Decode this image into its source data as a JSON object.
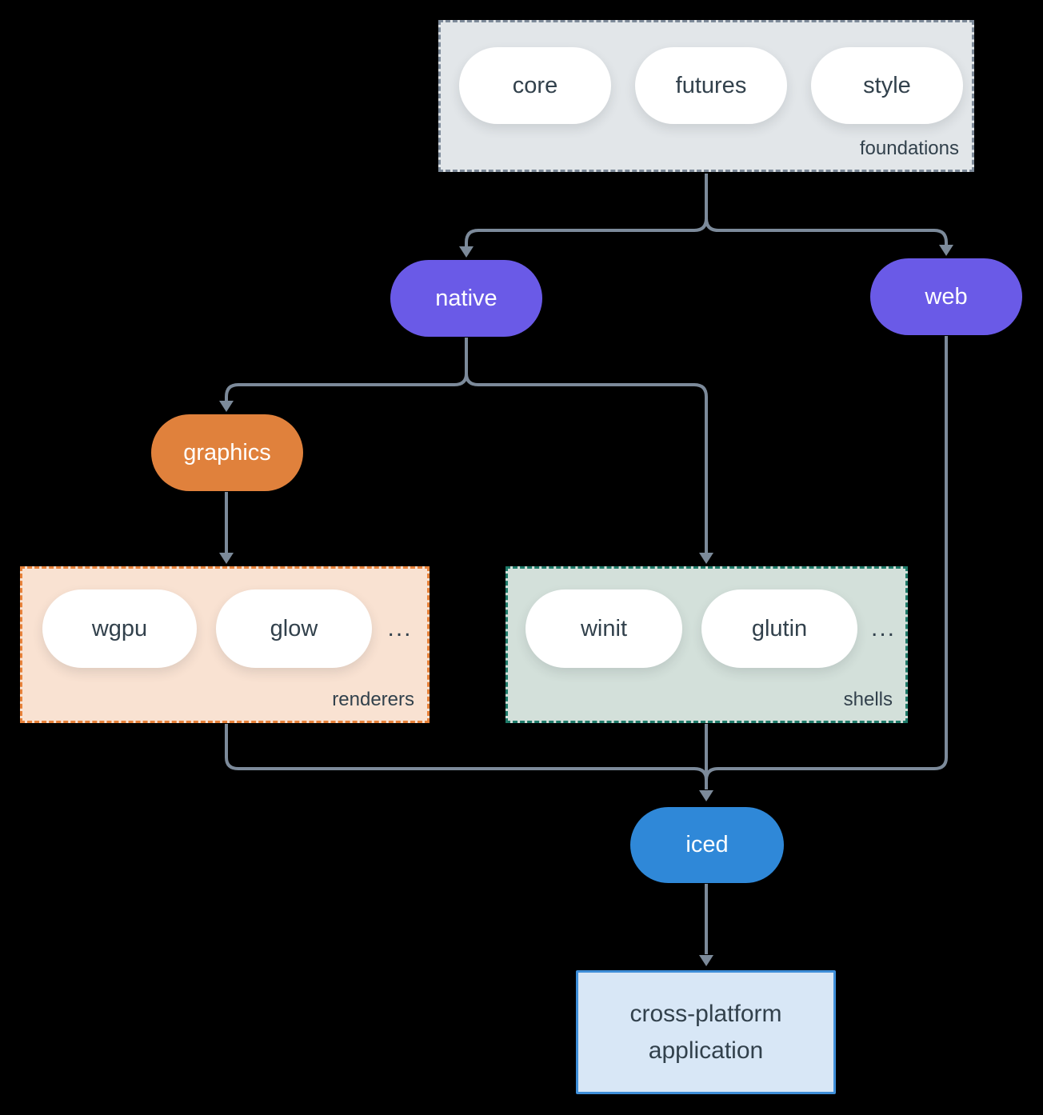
{
  "colors": {
    "background": "#000000",
    "connector": "#7c8a9a",
    "purple_node": "#6a5ae7",
    "orange_node": "#e0813c",
    "blue_node": "#2f88d8",
    "foundations_fill": "#e2e6e9",
    "foundations_border": "#7d8a99",
    "renderers_fill": "#f9e2d2",
    "renderers_border": "#e8823a",
    "shells_fill": "#d3e0da",
    "shells_border": "#1e7a69",
    "application_fill": "#d8e7f6",
    "application_border": "#3e8ed8",
    "pill_text": "#32414c"
  },
  "foundations": {
    "label": "foundations",
    "pills": [
      "core",
      "futures",
      "style"
    ]
  },
  "native": {
    "label": "native"
  },
  "web": {
    "label": "web"
  },
  "graphics": {
    "label": "graphics"
  },
  "renderers": {
    "label": "renderers",
    "pills": [
      "wgpu",
      "glow"
    ],
    "ellipsis": "..."
  },
  "shells": {
    "label": "shells",
    "pills": [
      "winit",
      "glutin"
    ],
    "ellipsis": "..."
  },
  "iced": {
    "label": "iced"
  },
  "application": {
    "line1": "cross-platform",
    "line2": "application"
  }
}
